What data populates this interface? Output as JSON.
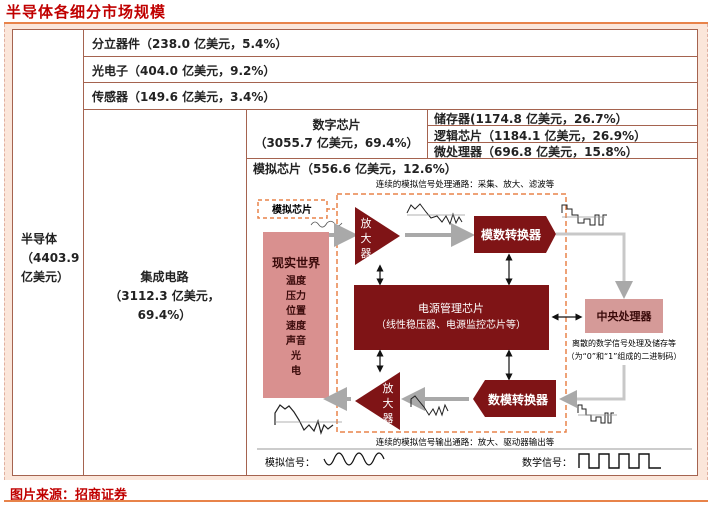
{
  "title": "半导体各细分市场规模",
  "footer": "图片来源：招商证券",
  "table": {
    "root": [
      "半导体",
      "（4403.9",
      "亿美元）"
    ],
    "discrete": "分立器件（238.0 亿美元，5.4%）",
    "opto": "光电子（404.0 亿美元，9.2%）",
    "sensor": "传感器（149.6 亿美元，3.4%）",
    "ic": [
      "集成电路",
      "（3112.3 亿美元，",
      "69.4%）"
    ],
    "digital": [
      "数字芯片",
      "（3055.7 亿美元，69.4%）"
    ],
    "memory": "储存器(1174.8 亿美元，26.7%）",
    "logic": "逻辑芯片（1184.1 亿美元，26.9%）",
    "micro": "微处理器（696.8 亿美元，15.8%）",
    "analog": "模拟芯片（556.6 亿美元，12.6%）"
  },
  "diagram": {
    "top_caption": "连续的模拟信号处理通路：采集、放大、滤波等",
    "bottom_caption": "连续的模拟信号输出通路：放大、驱动器输出等",
    "analog_chip_label": "模拟芯片",
    "real_world": {
      "title": "现实世界",
      "items": [
        "温度",
        "压力",
        "位置",
        "速度",
        "声音",
        "光",
        "电"
      ]
    },
    "amp_chars": [
      "放",
      "大",
      "器"
    ],
    "adc": "模数转换器",
    "dac": "数模转换器",
    "power": [
      "电源管理芯片",
      "（线性稳压器、电源监控芯片等）"
    ],
    "cpu": "中央处理器",
    "cpu_caption": [
      "离散的数学信号处理及储存等",
      "（为“0”和“1”组成的二进制码）"
    ],
    "analog_signal": "模拟信号：",
    "digital_signal": "数学信号："
  },
  "colors": {
    "dark_red": "#7f1416",
    "pink": "#d9908f",
    "title": "#c00000",
    "border": "#a5634f",
    "dashed": "#e8834a"
  }
}
